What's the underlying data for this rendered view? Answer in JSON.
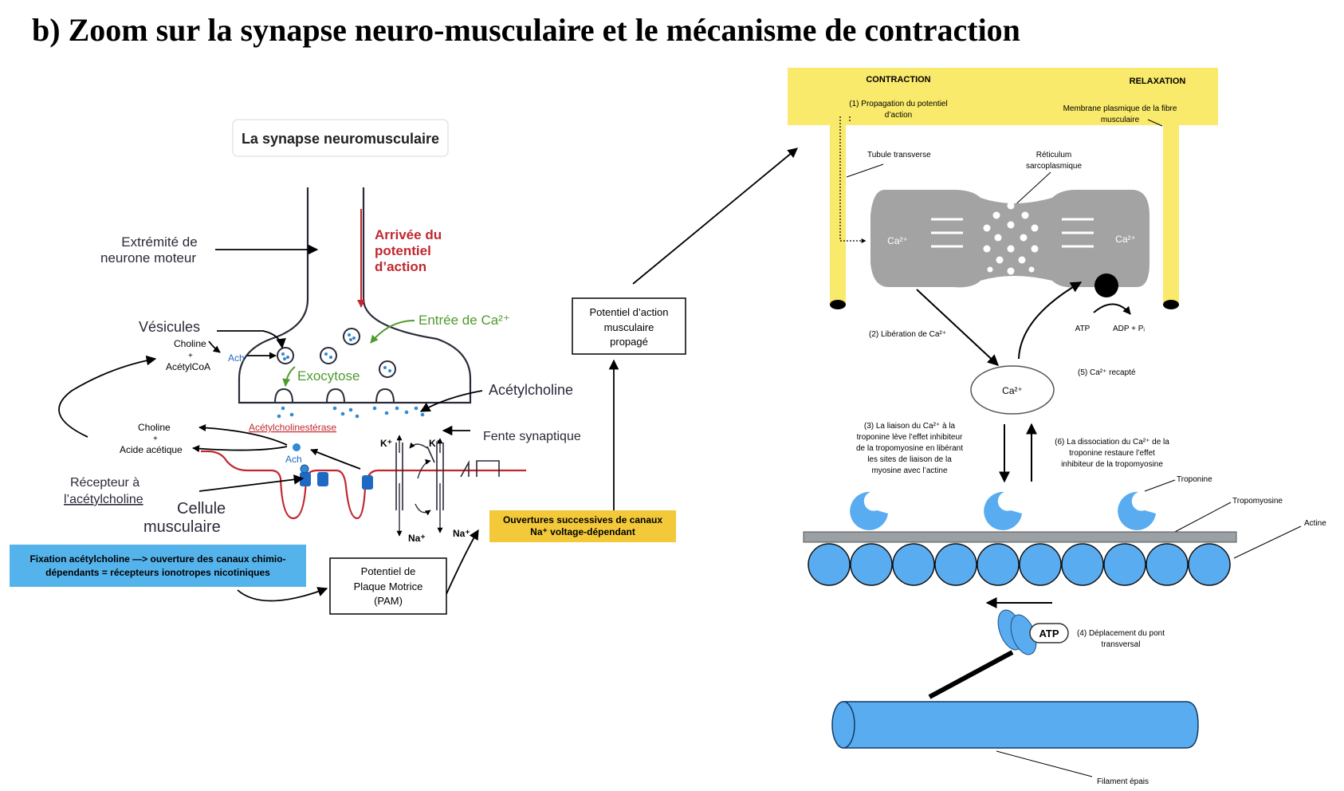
{
  "title": "b)  Zoom sur la synapse neuro-musculaire et le mécanisme de contraction",
  "left": {
    "box_title": "La synapse neuromusculaire",
    "extremite_1": "Extrémité de",
    "extremite_2": "neurone moteur",
    "arrivee_1": "Arrivée du",
    "arrivee_2": "potentiel",
    "arrivee_3": "d’action",
    "vesicules": "Vésicules",
    "entree_ca": "Entrée de Ca²⁺",
    "choline_top": "Choline",
    "plus_top": "+",
    "acetylcoa": "AcétylCoA",
    "ach_top": "Ach",
    "exocytose": "Exocytose",
    "acetylcholine": "Acétylcholine",
    "choline_mid": "Choline",
    "plus_mid": "+",
    "acide": "Acide acétique",
    "ache": "Acétylcholinestérase",
    "ach_mid": "Ach",
    "kplus_1": "K⁺",
    "kplus_2": "K⁺",
    "fente": "Fente synaptique",
    "recepteur_1": "Récepteur à",
    "recepteur_2": "l’acétylcholine",
    "cellule_1": "Cellule",
    "cellule_2": "musculaire",
    "naplus_1": "Na⁺",
    "naplus_2": "Na⁺",
    "ouvertures_1": "Ouvertures successives de canaux",
    "ouvertures_2": "Na⁺ voltage-dépendant",
    "fixation_1": "Fixation acétylcholine —> ouverture des canaux chimio-",
    "fixation_2": "dépendants = récepteurs ionotropes nicotiniques",
    "pam_1": "Potentiel de",
    "pam_2": "Plaque Motrice",
    "pam_3": "(PAM)",
    "pa_1": "Potentiel d’action",
    "pa_2": "musculaire",
    "pa_3": "propagé"
  },
  "right": {
    "contraction": "CONTRACTION",
    "relaxation": "RELAXATION",
    "prop_1": "(1) Propagation du potentiel",
    "prop_2": "d’action",
    "membrane_1": "Membrane plasmique de la fibre",
    "membrane_2": "musculaire",
    "tubule": "Tubule transverse",
    "reticulum_1": "Réticulum",
    "reticulum_2": "sarcoplasmique",
    "ca_left": "Ca²⁺",
    "ca_right": "Ca²⁺",
    "atp_top": "ATP",
    "adp": "ADP + Pᵢ",
    "liberation": "(2) Libération de Ca²⁺",
    "recapte": "(5) Ca²⁺ recapté",
    "ca_center": "Ca²⁺",
    "liaison_1": "(3) La liaison du Ca²⁺ à la",
    "liaison_2": "troponine lève l’effet inhibiteur",
    "liaison_3": "de la tropomyosine en libérant",
    "liaison_4": "les sites de liaison de la",
    "liaison_5": "myosine avec l’actine",
    "dissoc_1": "(6) La dissociation du Ca²⁺ de la",
    "dissoc_2": "troponine restaure l’effet",
    "dissoc_3": "inhibiteur de la tropomyosine",
    "troponine": "Troponine",
    "tropomyosine": "Tropomyosine",
    "actine": "Actine",
    "atp_head": "ATP",
    "deplacement_1": "(4) Déplacement du pont",
    "deplacement_2": "transversal",
    "filament": "Filament épais"
  },
  "colors": {
    "yellow": "#f9ea6c",
    "blue": "#5aacf0",
    "red": "#c0282f",
    "green": "#4f9a2d",
    "orange_box": "#f3c93a",
    "blue_box": "#55b3ec",
    "gray": "#a3a3a3"
  }
}
